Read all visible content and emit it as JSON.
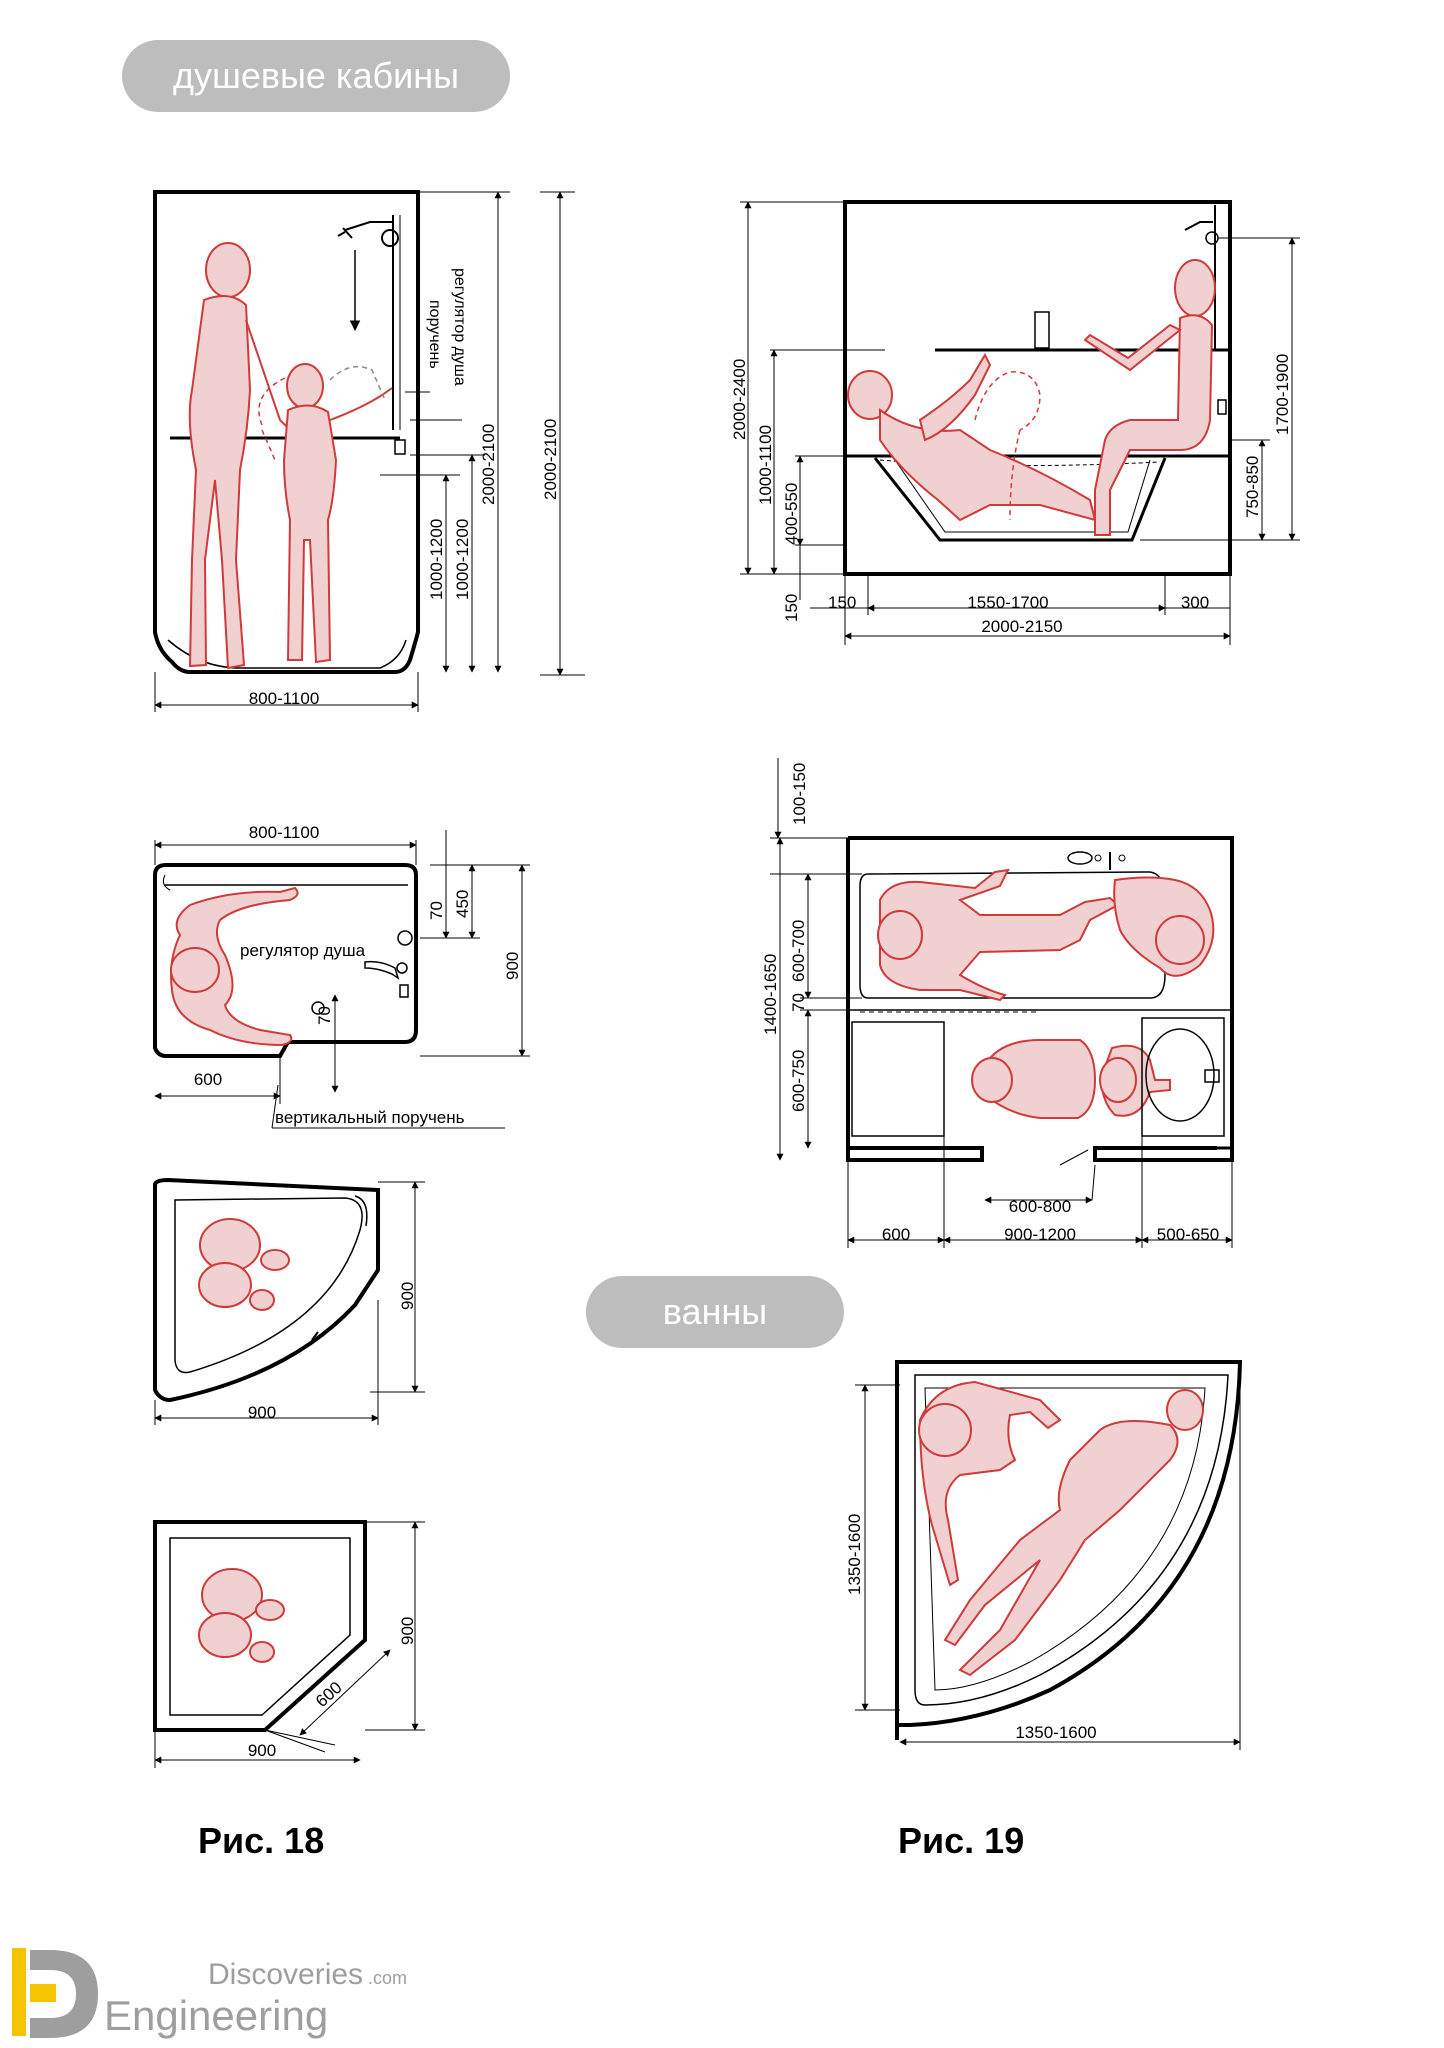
{
  "headings": {
    "shower": "душевые кабины",
    "baths": "ванны"
  },
  "figures": {
    "fig18": "Рис. 18",
    "fig19": "Рис. 19"
  },
  "shower_elevation": {
    "label_handrail": "поручень",
    "label_regulator": "регулятор душа",
    "dim_width": "800-1100",
    "dim_h1": "1000-1200",
    "dim_h2": "1000-1200",
    "dim_h3": "2000-2100",
    "dim_h4": "2000-2100"
  },
  "shower_plan": {
    "dim_width": "800-1100",
    "dim_70a": "70",
    "dim_450": "450",
    "dim_900": "900",
    "label_regulator": "регулятор душа",
    "dim_70b": "70",
    "dim_600": "600",
    "label_vertical_rail": "вертикальный поручень"
  },
  "corner_shower_1": {
    "dim_side": "900",
    "dim_bottom": "900"
  },
  "corner_shower_2": {
    "dim_side": "900",
    "dim_bottom": "900",
    "dim_diag": "600"
  },
  "bath_elevation": {
    "dim_2000_2400": "2000-2400",
    "dim_1000_1100": "1000-1100",
    "dim_400_550": "400-550",
    "dim_150v": "150",
    "dim_150": "150",
    "dim_1550_1700": "1550-1700",
    "dim_300": "300",
    "dim_2000_2150": "2000-2150",
    "dim_1700_1900": "1700-1900",
    "dim_750_850": "750-850"
  },
  "bath_plan": {
    "dim_100_150": "100-150",
    "dim_1400_1650": "1400-1650",
    "dim_600_700": "600-700",
    "dim_70": "70",
    "dim_600_750": "600-750",
    "dim_600_800": "600-800",
    "dim_600": "600",
    "dim_900_1200": "900-1200",
    "dim_500_650": "500-650"
  },
  "corner_bath": {
    "dim_side": "1350-1600",
    "dim_bottom": "1350-1600"
  },
  "logo": {
    "letter": "D",
    "word1": "Discoveries",
    "suffix": ".com",
    "word2": "Engineering"
  },
  "colors": {
    "figure_red": "#d03a3a",
    "figure_fill": "#f0d0d0",
    "pill_gray": "#bdbdbd",
    "logo_yellow": "#f5c400",
    "logo_gray": "#9e9e9e"
  }
}
